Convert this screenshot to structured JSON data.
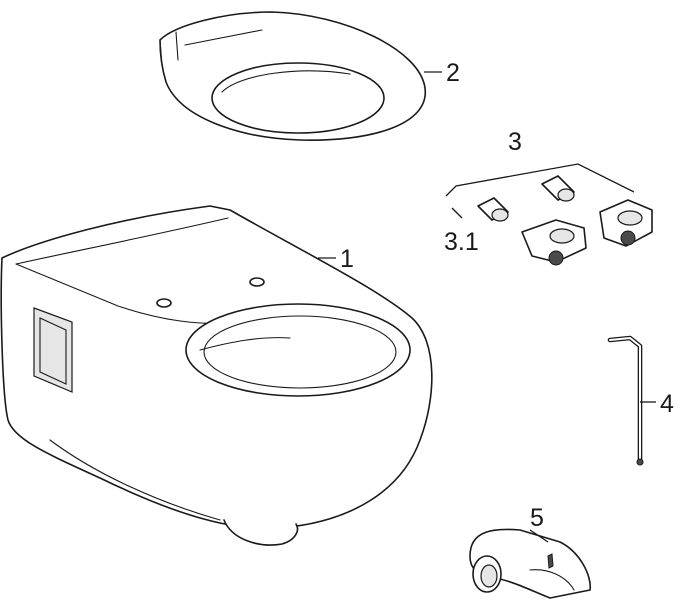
{
  "callouts": {
    "bowl": "1",
    "seat": "2",
    "fixing_set": "3",
    "fixing_sub": "3.1",
    "wrench": "4",
    "connector": "5"
  },
  "colors": {
    "line": "#1a1a1a",
    "background": "#ffffff",
    "shade": "#e6e6e6"
  }
}
